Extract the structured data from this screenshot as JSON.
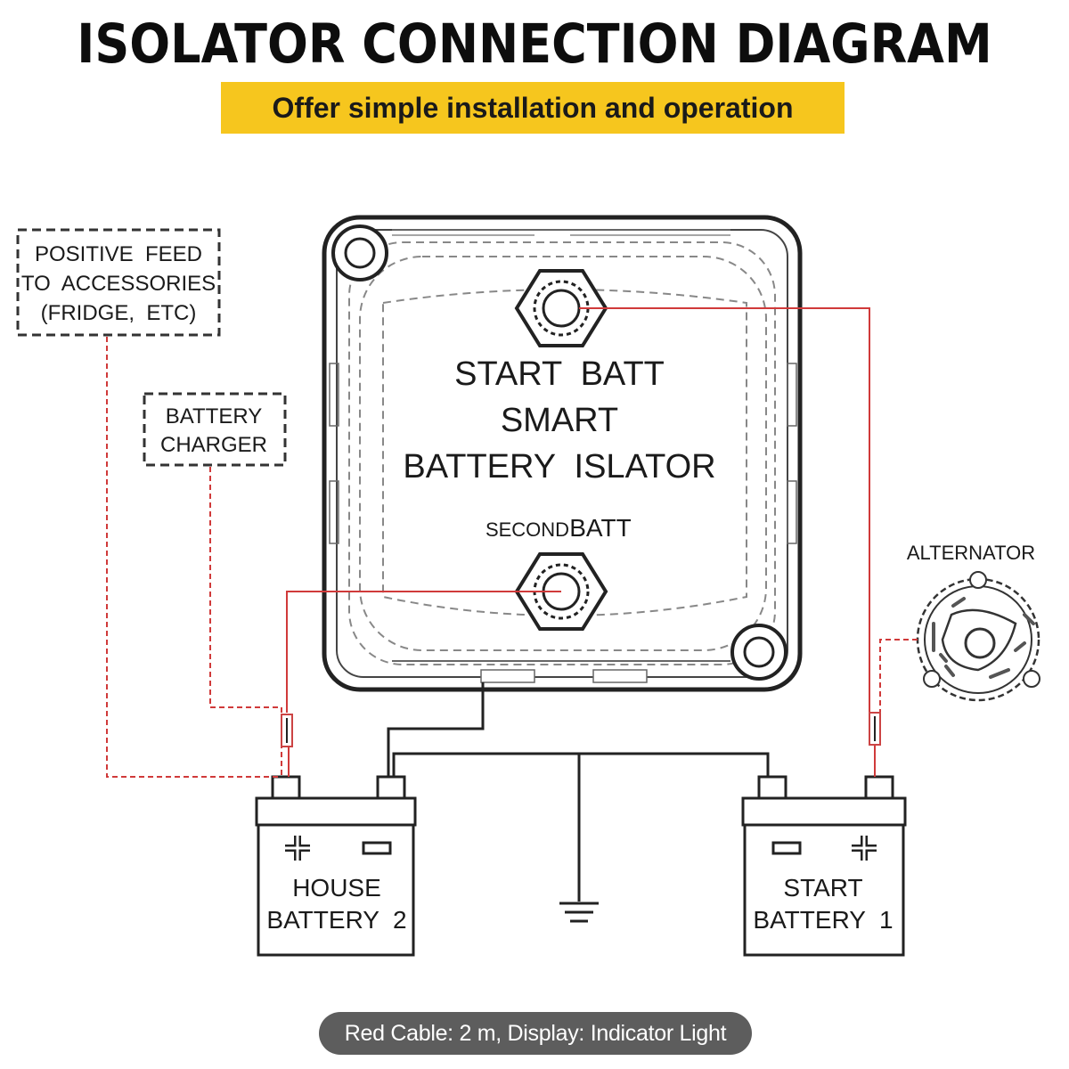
{
  "header": {
    "title": "ISOLATOR CONNECTION DIAGRAM",
    "subtitle": "Offer simple installation and operation"
  },
  "isolator": {
    "top_terminal": "START  BATT",
    "name_line1": "SMART",
    "name_line2": "BATTERY  ISLATOR",
    "bottom_terminal_small": "SECOND",
    "bottom_terminal": "BATT"
  },
  "boxes": {
    "accessories": [
      "POSITIVE  FEED",
      "TO  ACCESSORIES",
      "(FRIDGE,  ETC)"
    ],
    "charger": [
      "BATTERY",
      "CHARGER"
    ]
  },
  "alternator": {
    "label": "ALTERNATOR"
  },
  "batteries": {
    "house": {
      "line1": "HOUSE",
      "line2": "BATTERY  2"
    },
    "start": {
      "line1": "START",
      "line2": "BATTERY  1"
    }
  },
  "footer": {
    "spec": "Red Cable: 2 m, Display: Indicator Light"
  },
  "colors": {
    "accent_yellow": "#f6c61e",
    "cable_red": "#d03a3a",
    "footer_gray": "#5d5d5d",
    "line_dark": "#222222"
  },
  "icons": [
    "plus-icon",
    "minus-icon",
    "ground-symbol-icon",
    "nut-icon",
    "fuse-icon"
  ]
}
